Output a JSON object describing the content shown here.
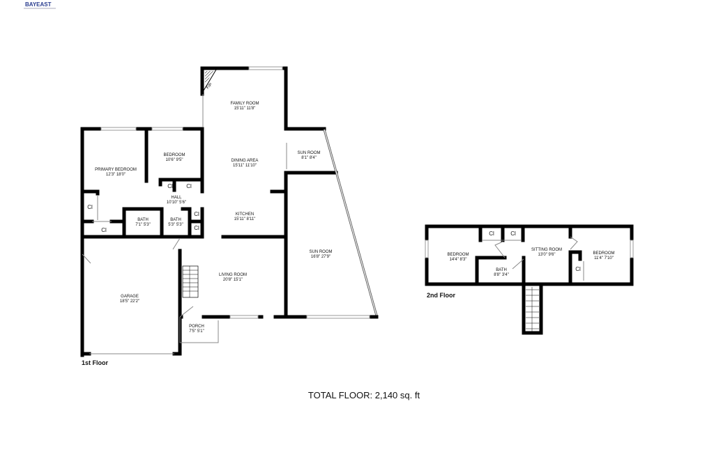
{
  "logo": "BAYEAST",
  "total": "TOTAL FLOOR: 2,140 sq. ft",
  "first_floor": {
    "label": "1st Floor",
    "rooms": [
      {
        "name": "FAMILY ROOM",
        "dims": "15'11\" 11'8\""
      },
      {
        "name": "DINING AREA",
        "dims": "15'11\" 11'10\""
      },
      {
        "name": "KITCHEN",
        "dims": "15'11\" 8'11\""
      },
      {
        "name": "BEDROOM",
        "dims": "10'6\" 9'5\""
      },
      {
        "name": "PRIMARY BEDROOM",
        "dims": "12'3\" 18'0\""
      },
      {
        "name": "HALL",
        "dims": "10'10\" 5'6\""
      },
      {
        "name": "BATH",
        "dims": "7'1\" 5'3\""
      },
      {
        "name": "BATH",
        "dims": "5'3\" 5'3\""
      },
      {
        "name": "SUN ROOM",
        "dims": "8'1\" 8'4\""
      },
      {
        "name": "SUN ROOM",
        "dims": "16'8\" 27'9\""
      },
      {
        "name": "LIVING ROOM",
        "dims": "20'8\" 15'1\""
      },
      {
        "name": "GARAGE",
        "dims": "18'5\" 22'2\""
      },
      {
        "name": "PORCH",
        "dims": "7'5\" 5'1\""
      }
    ],
    "closet": "Cl",
    "fireplace": "F/P"
  },
  "second_floor": {
    "label": "2nd Floor",
    "rooms": [
      {
        "name": "BEDROOM",
        "dims": "14'4\" 8'3\""
      },
      {
        "name": "SITTING ROOM",
        "dims": "13'0\" 9'6\""
      },
      {
        "name": "BEDROOM",
        "dims": "11'4\" 7'10\""
      },
      {
        "name": "BATH",
        "dims": "8'8\" 3'4\""
      }
    ],
    "closet": "Cl"
  }
}
